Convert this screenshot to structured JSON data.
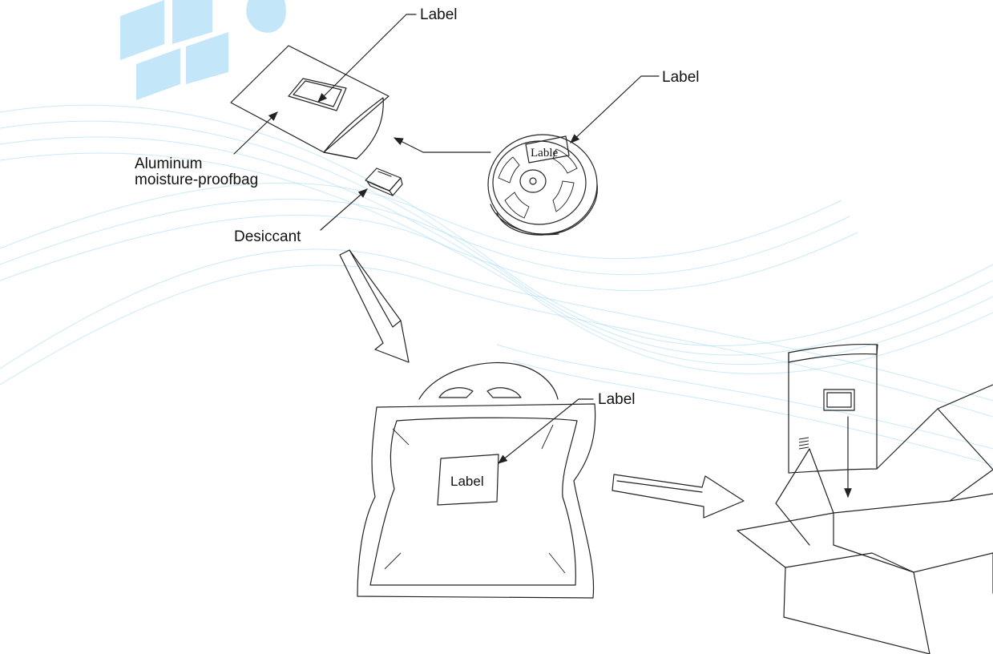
{
  "labels": {
    "bag_label": "Label",
    "reel_label": "Label",
    "reel_sticker": "Lable",
    "bag_material_line1": "Aluminum",
    "bag_material_line2": "moisture-proofbag",
    "desiccant": "Desiccant",
    "sealed_bag_label": "Label",
    "sealed_bag_sticker": "Label"
  },
  "colors": {
    "line": "#222222",
    "watermark": "#2aa7e8",
    "wave": "#9fd8f5"
  },
  "icons": [
    "watermark-logo",
    "arrow-right",
    "arrow-down-right"
  ]
}
